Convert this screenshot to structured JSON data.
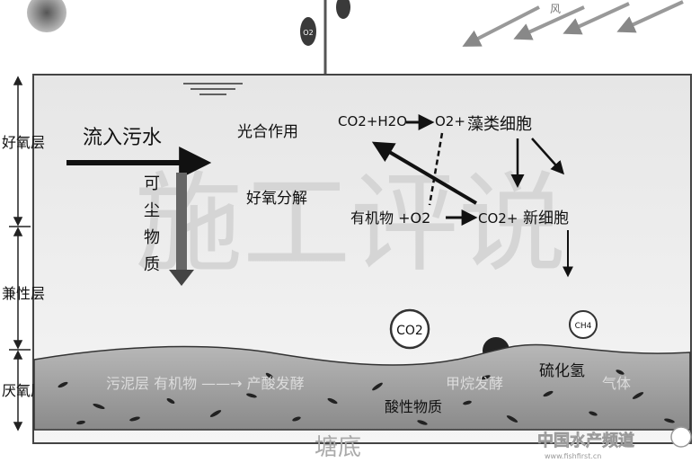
{
  "layers": {
    "aerobic": "好氧层",
    "facultative": "兼性层",
    "anaerobic": "厌氧层"
  },
  "labels": {
    "inflow": "流入污水",
    "suspended": [
      "可",
      "尘",
      "物",
      "质"
    ],
    "photosynthesis": "光合作用",
    "aerobic_decomp": "好氧分解",
    "co2_h2o": "CO2+H2O",
    "o2_plus": "O2+",
    "algae": "藻类细胞",
    "organic_o2": "有机物 +O2",
    "co2_plus": "CO2+",
    "new_cells": "新细胞",
    "o2_bubble": "O2",
    "co2_bubble": "CO2",
    "ch4_bubble": "CH4",
    "sulfide": "硫化氢",
    "sludge_line": "污泥层 有机物 ——→ 产酸发酵",
    "methane_ferm": "甲烷发酵",
    "gas": "气体",
    "acidic": "酸性物质",
    "pond_bottom": "塘底",
    "wind": "风"
  },
  "watermark": "施工评说",
  "brand": {
    "cn": "中国水产频道",
    "url": "www.fishfirst.cn"
  }
}
